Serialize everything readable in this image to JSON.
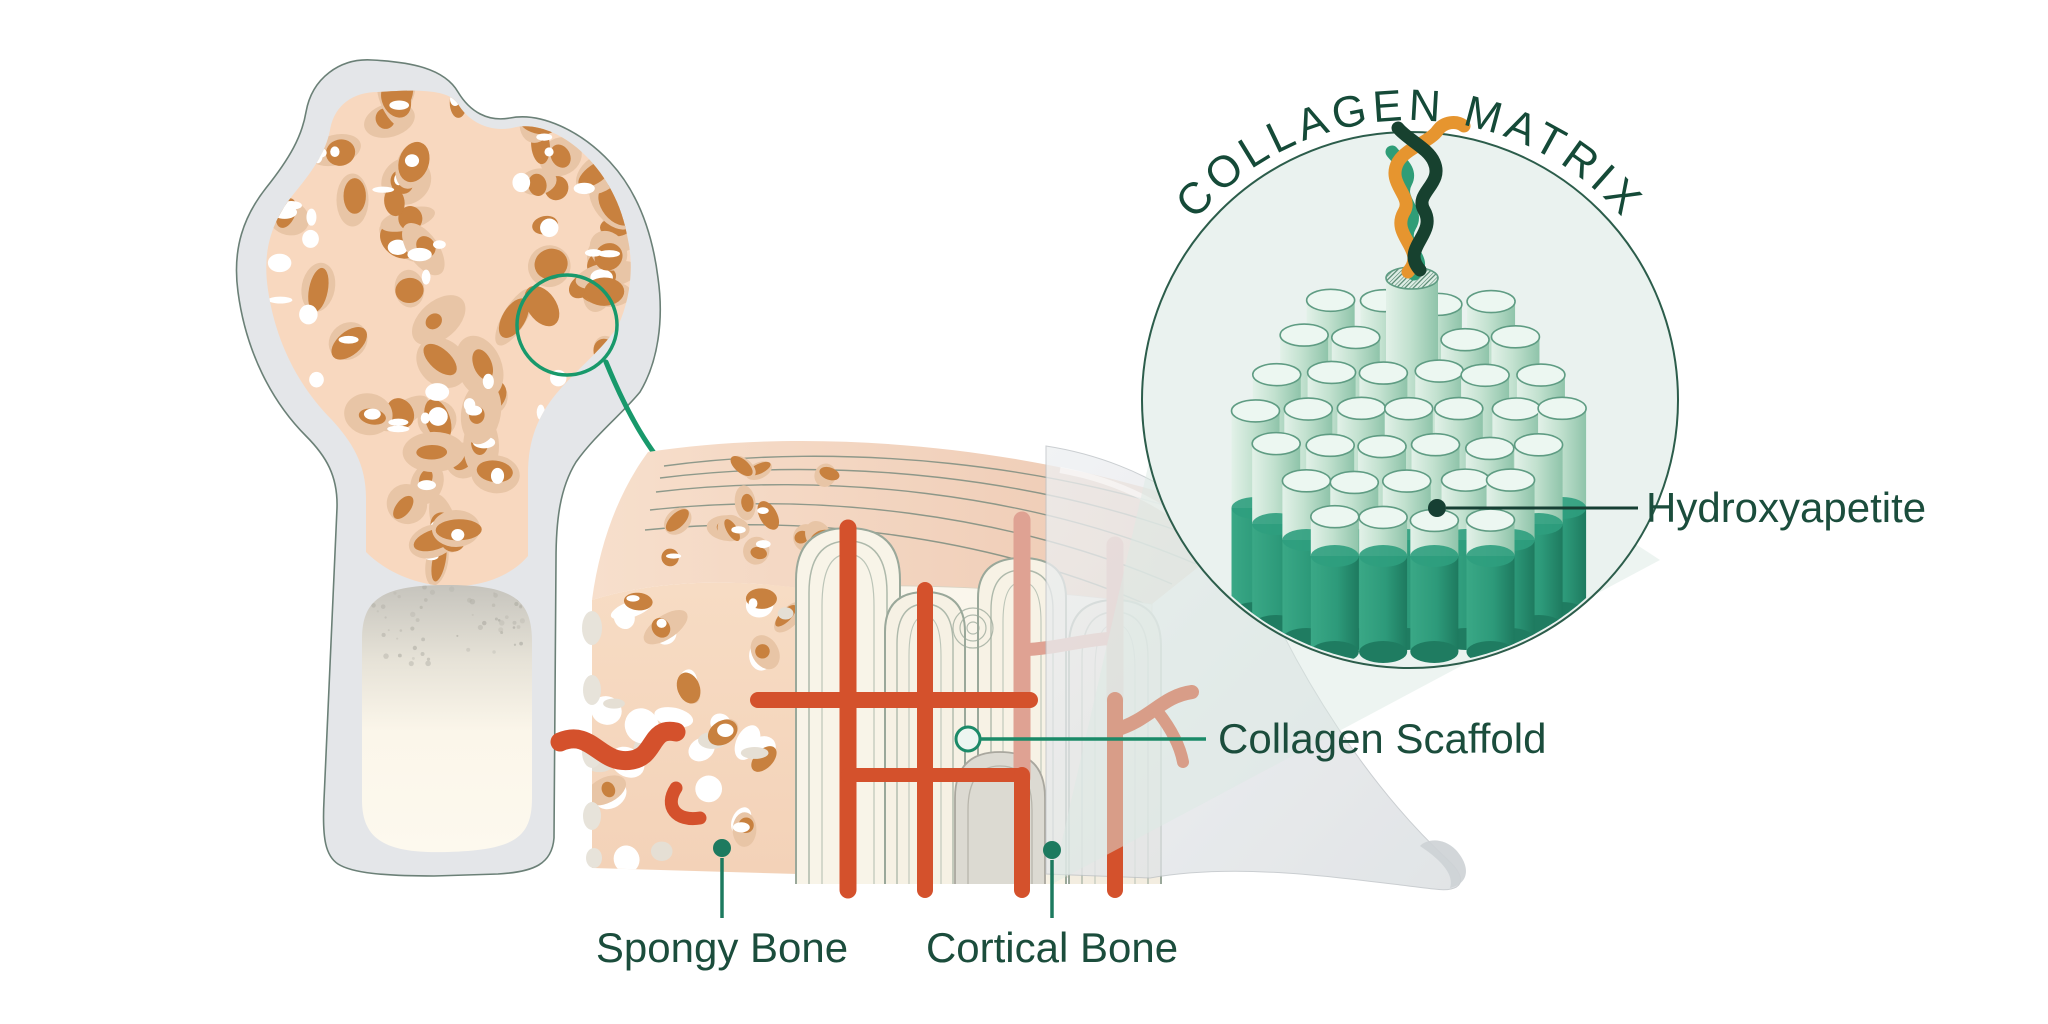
{
  "diagram": {
    "title": "COLLAGEN MATRIX",
    "callouts": {
      "hydroxyapetite": "Hydroxyapetite",
      "collagen_scaffold": "Collagen Scaffold",
      "spongy_bone": "Spongy Bone",
      "cortical_bone": "Cortical Bone"
    },
    "colors": {
      "label_text": "#1b4d3c",
      "title_text": "#154a38",
      "leader_teal": "#1b8a68",
      "leader_dark": "#163f33",
      "arrow_green": "#18996b",
      "vessel_red": "#d4512c",
      "vessel_pink": "#dfa293",
      "bone_peach": "#f8d8bf",
      "trabecula_orange": "#c8813f",
      "trabecula_tan": "#e8c5a6",
      "cortical_cream": "#f8f4e9",
      "cortex_gray": "#e4e6e9",
      "matrix_circle_fill": "#eaf2ef",
      "cylinder_light": "#bfe0cd",
      "cylinder_top": "#ecf7f1",
      "cylinder_dark": "#2f9f7e",
      "helix_orange": "#e6952f",
      "helix_dark_green": "#17412f",
      "helix_teal": "#2f9d77"
    }
  }
}
